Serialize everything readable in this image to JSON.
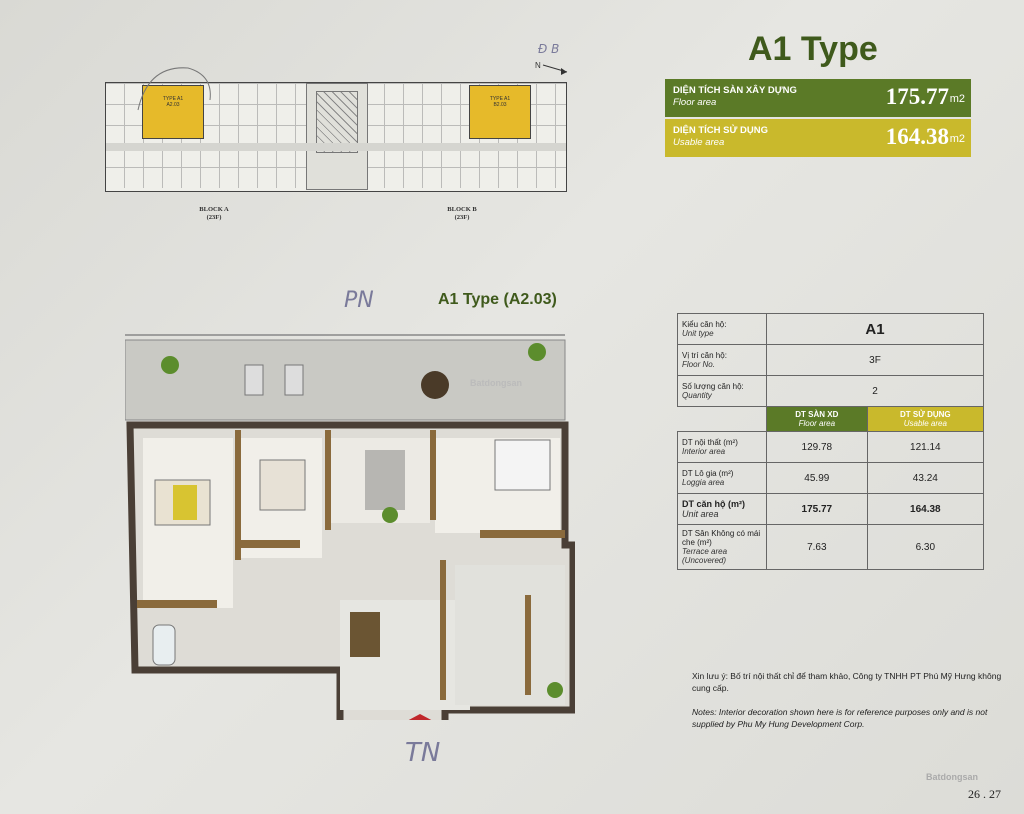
{
  "header": {
    "title": "A1 Type"
  },
  "floor_area": {
    "label_vi": "DIỆN TÍCH SÀN XÂY DỰNG",
    "label_en": "Floor area",
    "value": "175.77",
    "unit": "m2"
  },
  "usable_area": {
    "label_vi": "DIỆN TÍCH SỬ DỤNG",
    "label_en": "Usable area",
    "value": "164.38",
    "unit": "m2"
  },
  "key_plan": {
    "block_a": "BLOCK A",
    "block_a_floors": "(23F)",
    "block_b": "BLOCK B",
    "block_b_floors": "(23F)",
    "unit_a_label": "TYPE A1",
    "unit_a_code": "A2.03",
    "unit_b_label": "TYPE A1",
    "unit_b_code": "B2.03"
  },
  "plan": {
    "title": "A1 Type (A2.03)",
    "watermark": "Batdongsan",
    "handwriting_top": "PN",
    "handwriting_bottom": "TN",
    "handwriting_compass": "Đ B"
  },
  "spec_table": {
    "unit_type_vi": "Kiểu căn hộ:",
    "unit_type_en": "Unit type",
    "unit_type_value": "A1",
    "floor_vi": "Vị trí căn hộ:",
    "floor_en": "Floor No.",
    "floor_value": "3F",
    "qty_vi": "Số lượng căn hộ:",
    "qty_en": "Quantity",
    "qty_value": "2",
    "col1_vi": "DT SÀN XD",
    "col1_en": "Floor area",
    "col2_vi": "DT SỬ DỤNG",
    "col2_en": "Usable area",
    "rows": [
      {
        "vi": "DT nội thất (m²)",
        "en": "Interior area",
        "floor": "129.78",
        "usable": "121.14"
      },
      {
        "vi": "DT Lô gia (m²)",
        "en": "Loggia area",
        "floor": "45.99",
        "usable": "43.24"
      },
      {
        "vi": "DT căn hộ (m²)",
        "en": "Unit area",
        "floor": "175.77",
        "usable": "164.38"
      },
      {
        "vi": "DT Sân Không có mái che (m²)",
        "en": "Terrace area (Uncovered)",
        "floor": "7.63",
        "usable": "6.30"
      }
    ]
  },
  "notes": {
    "vi": "Xin lưu ý: Bố trí nội thất chỉ để tham khảo, Công ty TNHH PT Phú Mỹ Hưng không cung cấp.",
    "en": "Notes: Interior decoration shown here is for reference purposes only and is not supplied by Phu My Hung Development Corp."
  },
  "footer": {
    "page": "26 . 27",
    "watermark": "Batdongsan"
  },
  "colors": {
    "green": "#5b7a27",
    "yellow": "#c9b92c",
    "title": "#3f5a1c"
  }
}
